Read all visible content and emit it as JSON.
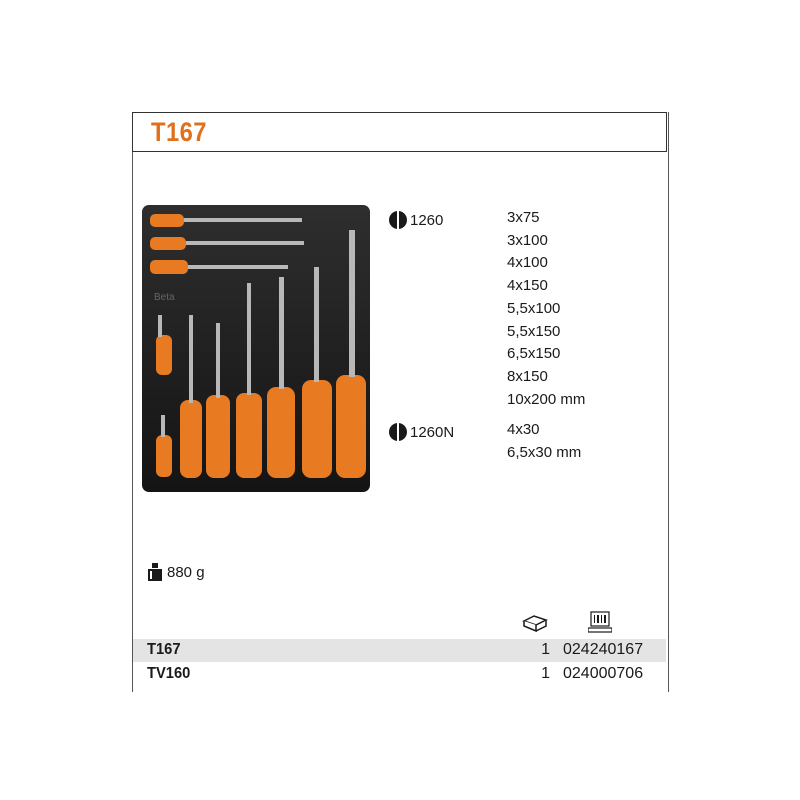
{
  "title": "T167",
  "groups": [
    {
      "code": "1260",
      "sizes": [
        "3x75",
        "3x100",
        "4x100",
        "4x150",
        "5,5x100",
        "5,5x150",
        "6,5x150",
        "8x150",
        "10x200 mm"
      ]
    },
    {
      "code": "1260N",
      "sizes": [
        "4x30",
        "6,5x30 mm"
      ]
    }
  ],
  "weight": "880 g",
  "table": {
    "header_icons": [
      "box-icon",
      "barcode-icon"
    ],
    "rows": [
      {
        "code": "T167",
        "qty": "1",
        "ean": "024240167"
      },
      {
        "code": "TV160",
        "qty": "1",
        "ean": "024000706"
      }
    ]
  },
  "colors": {
    "accent": "#e0701e",
    "tray": "#1c1c1c",
    "row_shade": "#e4e4e4"
  }
}
